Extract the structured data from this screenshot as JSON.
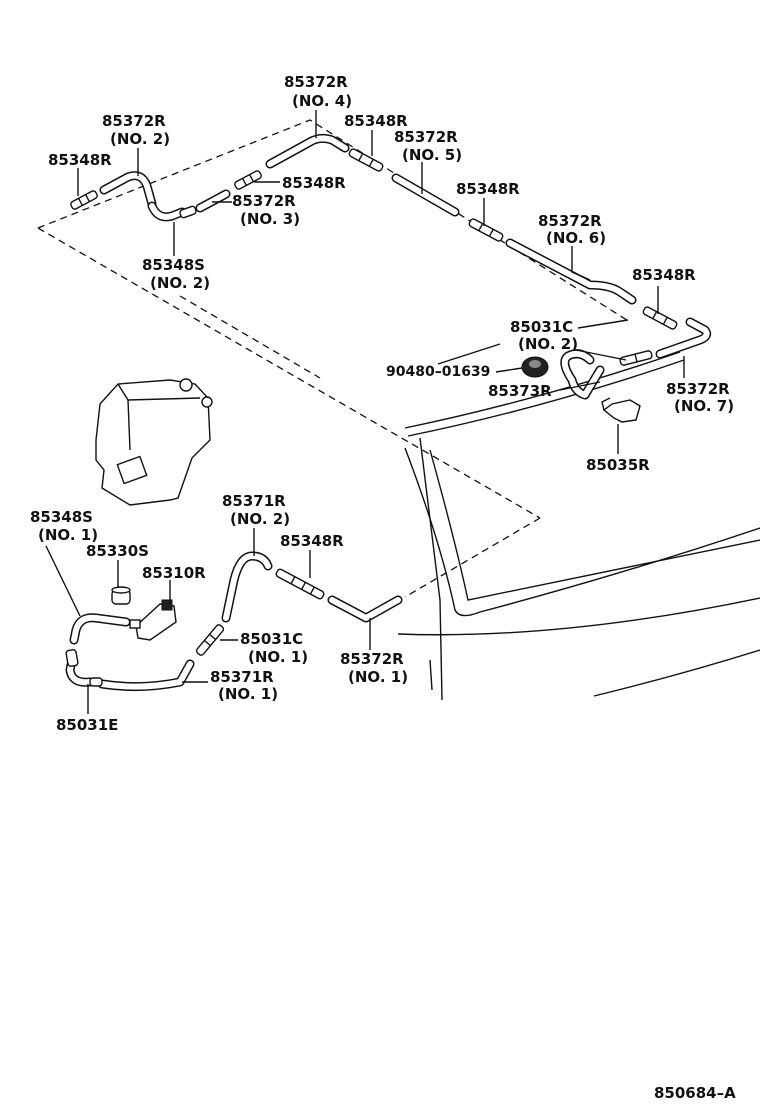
{
  "labels": {
    "p85372R_no4": "85372R",
    "p85372R_no4_sub": "(NO. 4)",
    "p85372R_no2": "85372R",
    "p85372R_no2_sub": "(NO. 2)",
    "p85348R_a": "85348R",
    "p85348R_b": "85348R",
    "p85372R_no5": "85372R",
    "p85372R_no5_sub": "(NO. 5)",
    "p85348R_c": "85348R",
    "p85372R_no3": "85372R",
    "p85372R_no3_sub": "(NO. 3)",
    "p85348R_d": "85348R",
    "p85372R_no6": "85372R",
    "p85372R_no6_sub": "(NO. 6)",
    "p85348S_no2": "85348S",
    "p85348S_no2_sub": "(NO. 2)",
    "p85348R_e": "85348R",
    "p85031C_no2": "85031C",
    "p85031C_no2_sub": "(NO. 2)",
    "p90480": "90480–01639",
    "p85373R": "85373R",
    "p85372R_no7": "85372R",
    "p85372R_no7_sub": "(NO. 7)",
    "p85035R": "85035R",
    "p85348S_no1": "85348S",
    "p85348S_no1_sub": "(NO. 1)",
    "p85371R_no2": "85371R",
    "p85371R_no2_sub": "(NO. 2)",
    "p85330S": "85330S",
    "p85348R_f": "85348R",
    "p85310R": "85310R",
    "p85031C_no1": "85031C",
    "p85031C_no1_sub": "(NO. 1)",
    "p85372R_no1": "85372R",
    "p85372R_no1_sub": "(NO. 1)",
    "p85371R_no1": "85371R",
    "p85371R_no1_sub": "(NO. 1)",
    "p85031E": "85031E",
    "figure_code": "850684–A"
  }
}
